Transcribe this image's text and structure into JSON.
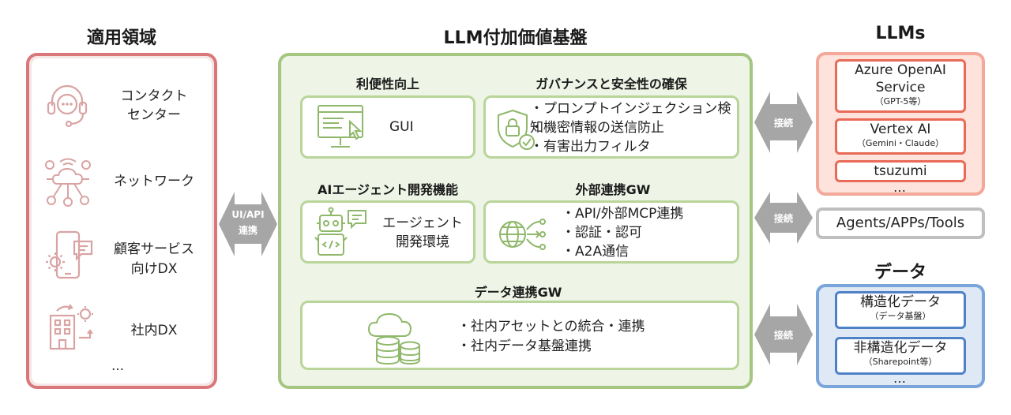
{
  "titles": {
    "left": "適用領域",
    "center": "LLM付加価値基盤",
    "llms": "LLMs",
    "data": "データ"
  },
  "applications": {
    "items": [
      {
        "line1": "コンタクト",
        "line2": "センター",
        "icon": "headset-chat-icon"
      },
      {
        "line1": "ネットワーク",
        "line2": "",
        "icon": "network-cloud-icon"
      },
      {
        "line1": "顧客サービス",
        "line2": "向けDX",
        "icon": "smartphone-gear-icon"
      },
      {
        "line1": "社内DX",
        "line2": "",
        "icon": "office-building-icon"
      }
    ],
    "more": "…"
  },
  "connectors": {
    "ui_api": {
      "line1": "UI/API",
      "line2": "連携"
    },
    "connect": "接続"
  },
  "platform": {
    "usability": {
      "title": "利便性向上",
      "label": "GUI",
      "icon": "monitor-cursor-icon"
    },
    "governance": {
      "title": "ガバナンスと安全性の確保",
      "icon": "shield-lock-icon",
      "bullets": [
        "・プロンプトインジェクション検知",
        "・機密情報の送信防止",
        "・有害出力フィルタ"
      ]
    },
    "agent_dev": {
      "title": "AIエージェント開発機能",
      "line1": "エージェント",
      "line2": "開発環境",
      "icon": "robot-code-icon"
    },
    "external_gw": {
      "title": "外部連携GW",
      "icon": "globe-arrows-icon",
      "bullets": [
        "・API/外部MCP連携",
        "・認証・認可",
        "・A2A通信"
      ]
    },
    "data_gw": {
      "title": "データ連携GW",
      "icon": "cloud-database-icon",
      "bullets": [
        "・社内アセットとの統合・連携",
        "・社内データ基盤連携"
      ]
    }
  },
  "llms": {
    "items": [
      {
        "name_line1": "Azure OpenAI",
        "name_line2": "Service",
        "sub": "（GPT-5等）"
      },
      {
        "name_line1": "Vertex AI",
        "name_line2": "",
        "sub": "（Gemini・Claude）"
      },
      {
        "name_line1": "tsuzumi",
        "name_line2": "",
        "sub": ""
      }
    ],
    "more": "…"
  },
  "agents": {
    "label": "Agents/APPs/Tools"
  },
  "data": {
    "items": [
      {
        "name": "構造化データ",
        "sub": "（データ基盤）"
      },
      {
        "name": "非構造化データ",
        "sub": "（Sharepoint等）"
      }
    ],
    "more": "…"
  },
  "colors": {
    "app_border": "#d9777b",
    "platform_border": "#a4c681",
    "llm_border": "#e86a57",
    "data_border": "#4f81c7",
    "arrow": "#a6a6a6",
    "icon_green": "#8fb86a",
    "icon_red": "#d9a3a3"
  }
}
